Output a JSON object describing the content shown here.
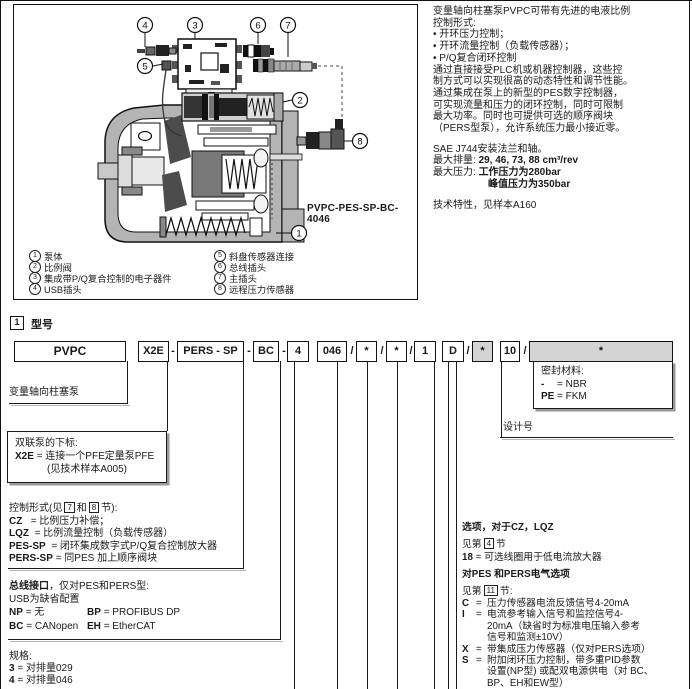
{
  "figure": {
    "caption": "PVPC-PES-SP-BC-4046",
    "callouts": {
      "c1": "1",
      "c2": "2",
      "c3": "3",
      "c4": "4",
      "c5": "5",
      "c6": "6",
      "c7": "7",
      "c8": "8"
    },
    "legend_left": [
      {
        "n": "1",
        "t": "泵体"
      },
      {
        "n": "2",
        "t": "比例阀"
      },
      {
        "n": "3",
        "t": "集成带P/Q复合控制的电子器件"
      },
      {
        "n": "4",
        "t": "USB插头"
      }
    ],
    "legend_right": [
      {
        "n": "5",
        "t": "斜盘传感器连接"
      },
      {
        "n": "6",
        "t": "总线插头"
      },
      {
        "n": "7",
        "t": "主插头"
      },
      {
        "n": "8",
        "t": "远程压力传感器"
      }
    ]
  },
  "intro": {
    "l1": "变量轴向柱塞泵PVPC可带有先进的电液比例",
    "l2": "控制形式:",
    "b1": "• 开环压力控制；",
    "b2": "• 开环流量控制（负载传感器）；",
    "b3": "• P/Q复合闭环控制",
    "p1": "通过直接接受PLC机或机器控制器，这些控",
    "p2": "制方式可以实现很高的动态特性和调节性能。",
    "p3": "通过集成在泵上的新型的PES数字控制器，",
    "p4": "可实现流量和压力的闭环控制，同时可限制",
    "p5": "最大功率。同时也可提供可选的顺序阀块",
    "p6": "（PERS型泵），允许系统压力最小接近零。",
    "sae": "SAE J744安装法兰和轴。",
    "disp_label": "最大排量:",
    "disp_value": "29, 46, 73, 88 cm³/rev",
    "press_label": "最大压力:",
    "press_v1": "工作压力为280bar",
    "press_v2": "峰值压力为350bar",
    "tech": "技术特性，见样本A160"
  },
  "section1": {
    "num": "1",
    "title": "型号"
  },
  "code": {
    "pvpc": "PVPC",
    "x2e": "X2E",
    "pers": "PERS - SP",
    "bc": "BC",
    "four": "4",
    "disp": "046",
    "star": "*",
    "one": "1",
    "d": "D",
    "ten": "10",
    "dash": "-",
    "slash": "/"
  },
  "desc": {
    "pump_type": "变量轴向柱塞泵",
    "twin": {
      "title": "双联泵的下标:",
      "code": "X2E",
      "rest": "= 连接一个PFE定量泵PFE",
      "note": "(见技术样本A005)"
    },
    "control": {
      "t_pre": "控制形式(见",
      "n1": "7",
      "t_mid": "和",
      "n2": "8",
      "t_suf": "节):",
      "items": [
        {
          "code": "CZ",
          "rest": "= 比例压力补偿；"
        },
        {
          "code": "LQZ",
          "rest": "= 比例流量控制（负载传感器）"
        },
        {
          "code": "PES-SP",
          "rest": "= 闭环集成数字式P/Q复合控制放大器"
        },
        {
          "code": "PERS-SP",
          "rest": "= 同PES 加上顺序阀块"
        }
      ]
    },
    "bus": {
      "title_b": "总线接口",
      "title_r": "，仅对PES和PERS型:",
      "sub": "USB为缺省配置",
      "pairs": [
        {
          "code": "NP",
          "rest": "= 无"
        },
        {
          "code": "BP",
          "rest": "= PROFIBUS DP"
        },
        {
          "code": "BC",
          "rest": "= CANopen"
        },
        {
          "code": "EH",
          "rest": "= EtherCAT"
        }
      ]
    },
    "spec": {
      "title": "规格:",
      "items": [
        {
          "code": "3",
          "rest": "= 对排量029"
        },
        {
          "code": "4",
          "rest": "= 对排量046"
        }
      ]
    },
    "seal": {
      "title": "密封材料:",
      "items": [
        {
          "code": "-",
          "rest": "= NBR"
        },
        {
          "code": "PE",
          "rest": "= FKM"
        }
      ]
    },
    "design": "设计号",
    "options": {
      "title1": "选项，对于CZ，LQZ",
      "see4_pre": "见第",
      "see4_n": "4",
      "see4_suf": "节",
      "item18": {
        "code": "18",
        "rest": "= 可选线圈用于低电流放大器"
      },
      "title2": "对PES 和PERS电气选项",
      "see11_pre": "见第",
      "see11_n": "11",
      "see11_suf": "节:",
      "items": [
        {
          "code": "C",
          "eq": "=",
          "l1": "压力传感器电流反馈信号4-20mA"
        },
        {
          "code": "I",
          "eq": "=",
          "l1": "电流参考输入信号和监控信号4-",
          "l2": "20mA（缺省时为标准电压输入参考",
          "l3": "信号和监测±10V）"
        },
        {
          "code": "X",
          "eq": "=",
          "l1": "带集成压力传感器（仅对PERS选项）"
        },
        {
          "code": "S",
          "eq": "=",
          "l1": "附加闭环压力控制，带多重PID参数",
          "l2": "设置(NP型) 或配双电源供电（对 BC、",
          "l3": "BP、EH和EW型）"
        }
      ]
    }
  }
}
